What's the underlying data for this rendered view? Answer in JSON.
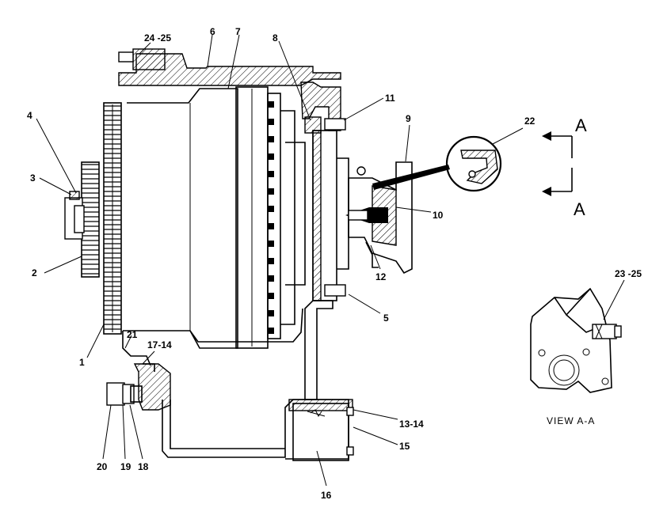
{
  "callouts": [
    {
      "id": "c1",
      "text": "1"
    },
    {
      "id": "c2",
      "text": "2"
    },
    {
      "id": "c3",
      "text": "3"
    },
    {
      "id": "c4",
      "text": "4"
    },
    {
      "id": "c5",
      "text": "5"
    },
    {
      "id": "c6",
      "text": "6"
    },
    {
      "id": "c7",
      "text": "7"
    },
    {
      "id": "c8",
      "text": "8"
    },
    {
      "id": "c9",
      "text": "9"
    },
    {
      "id": "c10",
      "text": "10"
    },
    {
      "id": "c11",
      "text": "11"
    },
    {
      "id": "c12",
      "text": "12"
    },
    {
      "id": "c13",
      "text": "13-14"
    },
    {
      "id": "c15",
      "text": "15"
    },
    {
      "id": "c16",
      "text": "16"
    },
    {
      "id": "c17",
      "text": "17-14"
    },
    {
      "id": "c18",
      "text": "18"
    },
    {
      "id": "c19",
      "text": "19"
    },
    {
      "id": "c20",
      "text": "20"
    },
    {
      "id": "c21",
      "text": "21"
    },
    {
      "id": "c22",
      "text": "22"
    },
    {
      "id": "c23",
      "text": "23 -25"
    },
    {
      "id": "c24",
      "text": "24 -25"
    }
  ],
  "section_marker": {
    "top": "A",
    "bottom": "A"
  },
  "view_caption": "VIEW A-A"
}
